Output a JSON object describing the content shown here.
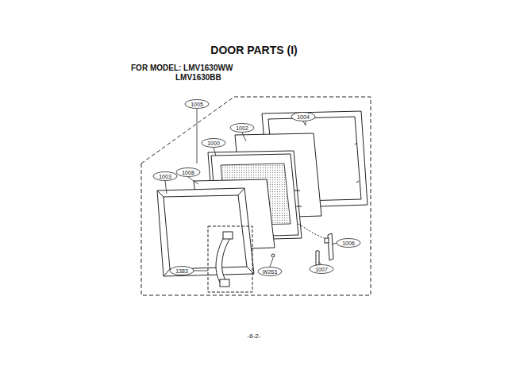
{
  "diagram": {
    "title": "DOOR PARTS (I)",
    "labels": [
      "FOR MODEL: LMV1630WW",
      "LMV1630BB",
      "1005",
      "1004",
      "1002",
      "1000",
      "1003",
      "1008",
      "1006",
      "1383",
      "W263",
      "1007",
      "-6-2-"
    ]
  }
}
